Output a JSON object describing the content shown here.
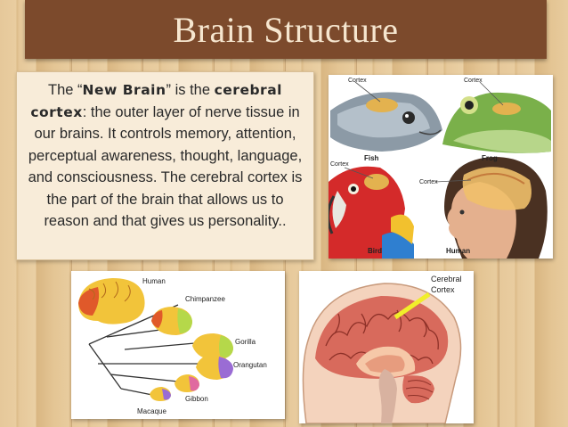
{
  "slide": {
    "title": "Brain Structure"
  },
  "paragraph": {
    "p1": "The “",
    "kw1": "New Brain",
    "p2": "” is the ",
    "kw2": "cerebral cortex",
    "p3": ": the outer layer of nerve tissue in our brains. It controls memory, attention, perceptual awareness, thought, language, and consciousness. The cerebral cortex is the part of the brain that allows us to reason and that gives us personality.."
  },
  "species_image": {
    "labels": {
      "cortex_fish": "Cortex",
      "cortex_frog": "Cortex",
      "cortex_bird": "Cortex",
      "cortex_human": "Cortex",
      "fish": "Fish",
      "frog": "Frog",
      "bird": "Bird",
      "human": "Human"
    }
  },
  "evolution_image": {
    "labels": {
      "human": "Human",
      "chimpanzee": "Chimpanzee",
      "gorilla": "Gorilla",
      "orangutan": "Orangutan",
      "gibbon": "Gibbon",
      "macaque": "Macaque"
    }
  },
  "section_image": {
    "label_line1": "Cerebral",
    "label_line2": "Cortex"
  }
}
